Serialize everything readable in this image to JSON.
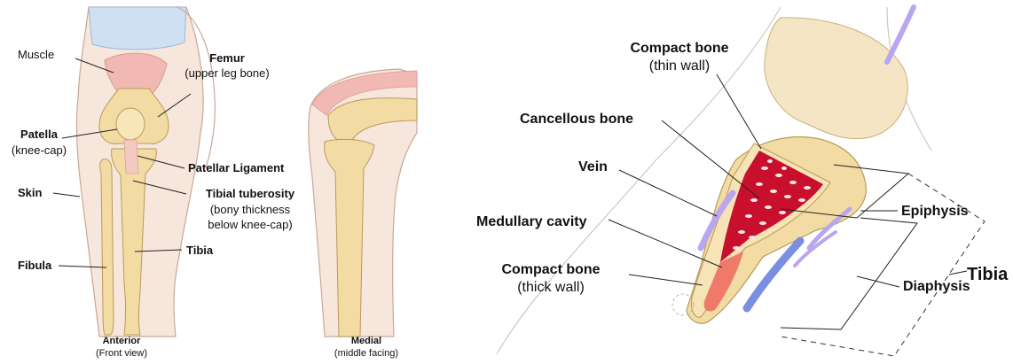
{
  "colors": {
    "skin": "#f7e6dc",
    "skin_edge": "#c9a89a",
    "bone": "#f2dca4",
    "bone_edge": "#b89a5a",
    "muscle": "#f2b9b4",
    "marrow": "#c8102e",
    "vein": "#b9a6ee",
    "artery": "#7a8fe0"
  },
  "left_panel": {
    "labels": {
      "muscle": "Muscle",
      "femur_title": "Femur",
      "femur_sub": "(upper leg bone)",
      "patella_title": "Patella",
      "patella_sub": "(knee-cap)",
      "patellar_ligament": "Patellar Ligament",
      "skin": "Skin",
      "tibial_tuberosity": "Tibial tuberosity",
      "tuberosity_sub1": "(bony thickness",
      "tuberosity_sub2": "below knee-cap)",
      "tibia": "Tibia",
      "fibula": "Fibula"
    },
    "caption_title": "Anterior",
    "caption_sub": "(Front view)"
  },
  "middle_panel": {
    "caption_title": "Medial",
    "caption_sub": "(middle facing)"
  },
  "right_panel": {
    "labels": {
      "compact_top_title": "Compact bone",
      "compact_top_sub": "(thin wall)",
      "cancellous": "Cancellous bone",
      "vein": "Vein",
      "medullary": "Medullary cavity",
      "compact_bottom_title": "Compact bone",
      "compact_bottom_sub": "(thick wall)",
      "epiphysis": "Epiphysis",
      "diaphysis": "Diaphysis",
      "tibia": "Tibia"
    }
  }
}
